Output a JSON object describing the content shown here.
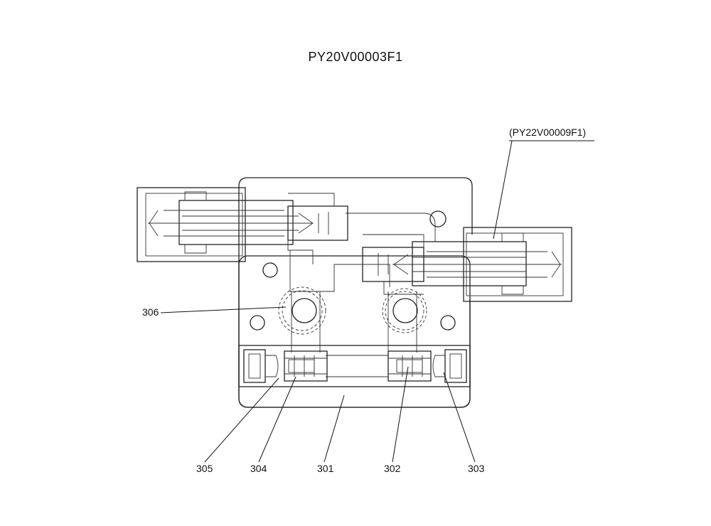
{
  "drawing": {
    "title": "PY20V00003F1",
    "reference": "(PY22V00009F1)"
  },
  "callouts": {
    "c306": "306",
    "c305": "305",
    "c304": "304",
    "c301": "301",
    "c302": "302",
    "c303": "303"
  }
}
